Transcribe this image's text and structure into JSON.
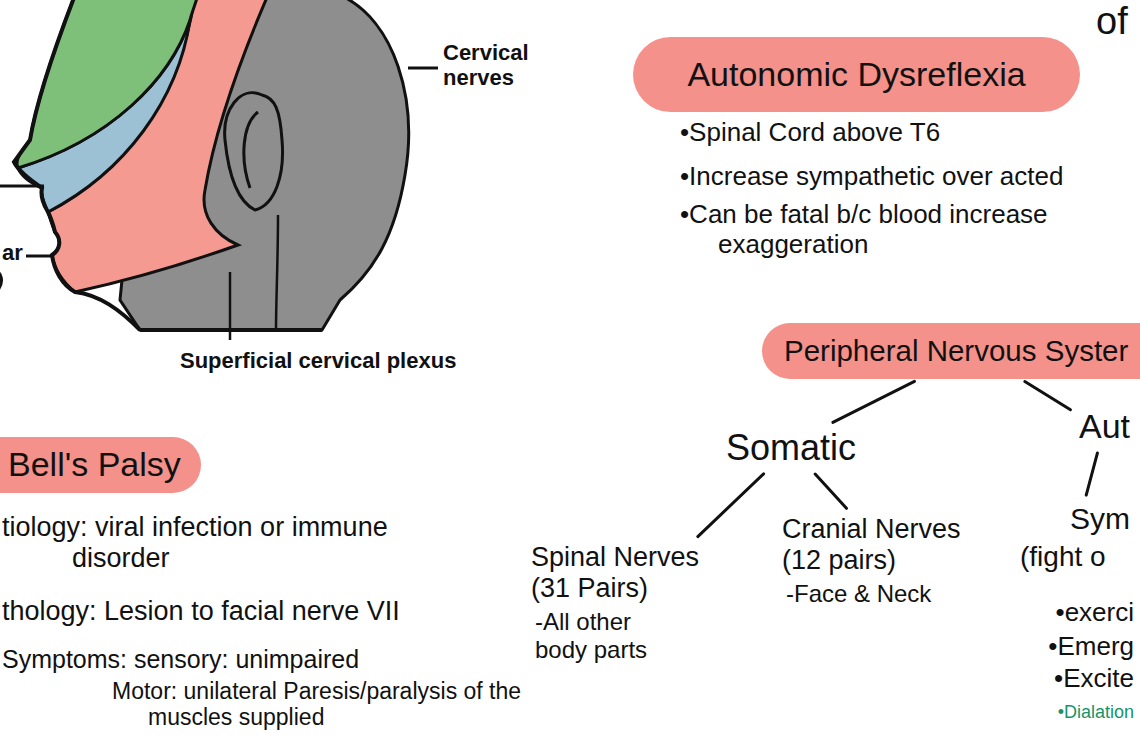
{
  "diagram": {
    "nodes": [
      {
        "text": [
          "Autonomic Dysreflexia"
        ]
      },
      {
        "text": [
          "Peripheral Nervous Syster"
        ]
      },
      {
        "text": [
          "Somatic"
        ]
      },
      {
        "text": [
          "Aut"
        ]
      },
      {
        "text": [
          "Bell's Palsy"
        ]
      },
      {
        "text": [
          "Spinal Nerves (31 Pairs)",
          "-All other body parts"
        ]
      },
      {
        "text": [
          "Cranial Nerves (12 pairs)",
          "-Face & Neck"
        ]
      },
      {
        "text": [
          "Sym",
          "(fight o"
        ]
      }
    ],
    "edges": [
      {
        "from": 1,
        "to": 2,
        "arrow": "none"
      },
      {
        "from": 1,
        "to": 3,
        "arrow": "none"
      },
      {
        "from": 2,
        "to": 5,
        "arrow": "none"
      },
      {
        "from": 2,
        "to": 6,
        "arrow": "none"
      },
      {
        "from": 3,
        "to": 7,
        "arrow": "none"
      }
    ],
    "labels": [
      "Cervical nerves",
      "ar",
      "Superficial cervical plexus",
      "of",
      "•Spinal Cord above T6",
      "•Increase sympathetic over acted",
      "•Can be fatal b/c blood increase exaggeration",
      "tiology: viral infection or immune disorder",
      "thology: Lesion to facial nerve VII",
      "Symptoms: sensory: unimpaired",
      "Motor: unilateral Paresis/paralysis of the muscles supplied",
      "•exerci",
      "•Emerg",
      "•Excite",
      "•Dialation"
    ]
  }
}
